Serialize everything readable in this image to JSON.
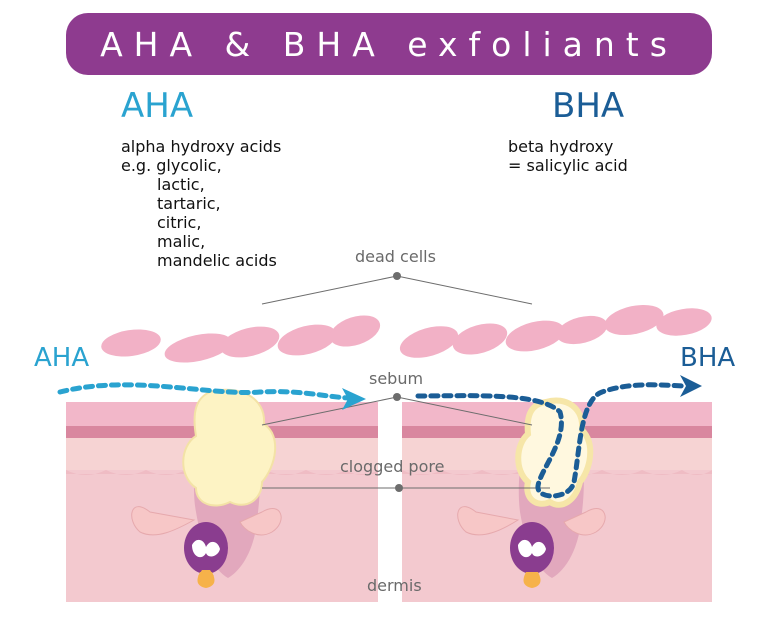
{
  "title": "AHA & BHA exfoliants",
  "aha": {
    "heading": "AHA",
    "lines": [
      "alpha hydroxy acids",
      "e.g. glycolic,",
      "lactic,",
      "tartaric,",
      "citric,",
      "malic,",
      "mandelic acids"
    ],
    "side_label": "AHA"
  },
  "bha": {
    "heading": "BHA",
    "lines": [
      "beta hydroxy",
      "= salicylic acid"
    ],
    "side_label": "BHA"
  },
  "callouts": {
    "dead_cells": "dead cells",
    "sebum": "sebum",
    "clogged_pore": "clogged pore",
    "dermis": "dermis"
  },
  "colors": {
    "banner": "#8e3b8f",
    "aha": "#2aa3d0",
    "bha": "#1b5d96",
    "skin_top": "#f2b7c9",
    "skin_band": "#d9879f",
    "epidermis": "#f6d3d3",
    "dermis": "#f3c9cf",
    "sebum": "#fdf3c4"
  },
  "icons": {
    "aha_arrow": "dotted-arrow-right-icon",
    "bha_arrow": "dotted-arrow-up-right-icon"
  }
}
